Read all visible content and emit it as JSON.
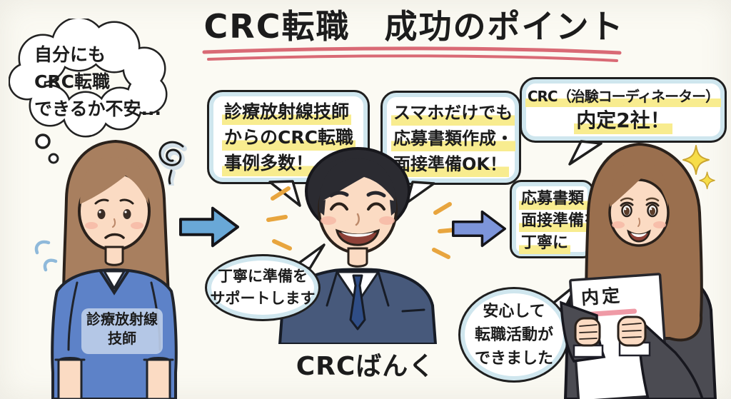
{
  "title": "CRC転職　成功のポイント",
  "thought": [
    "自分にも",
    "CRC転職",
    "できるか不安..."
  ],
  "technologist": {
    "shirt_label": [
      "診療放射線",
      "技師"
    ]
  },
  "agent": {
    "name": "CRCばんく"
  },
  "seeker": {
    "document_label": "内定"
  },
  "bubbles": {
    "cases": [
      "診療放射線技師",
      "からのCRC転職",
      "事例多数！"
    ],
    "smartphone": [
      "スマホだけでも",
      "応募書類作成・",
      "面接準備OK！"
    ],
    "offer": [
      "CRC（治験コーディネーター）",
      "内定2社！"
    ],
    "support_box": [
      "応募書類・",
      "面接準備を",
      "丁寧に"
    ],
    "prepare": [
      "丁寧に準備を",
      "サポートします"
    ],
    "relief": [
      "安心して",
      "転職活動が",
      "できました"
    ]
  },
  "colors": {
    "background": "#fbfaf3",
    "ink": "#1c1c1c",
    "title_underline": "#d96a75",
    "highlight_yellow": "#f8ec8f",
    "bubble_inner_ring": "#cfe6ee",
    "arrow_left_blue": "#69a8d7",
    "arrow_right_blue": "#7d95da",
    "scrub_blue": "#5d82c8",
    "suit_navy": "#47597b",
    "suit_charcoal": "#4b4b52",
    "hair_brown": "#a87f5f",
    "sparkle_yellow": "#f7dd49",
    "offer_underline_pink": "#ef9aa6"
  }
}
